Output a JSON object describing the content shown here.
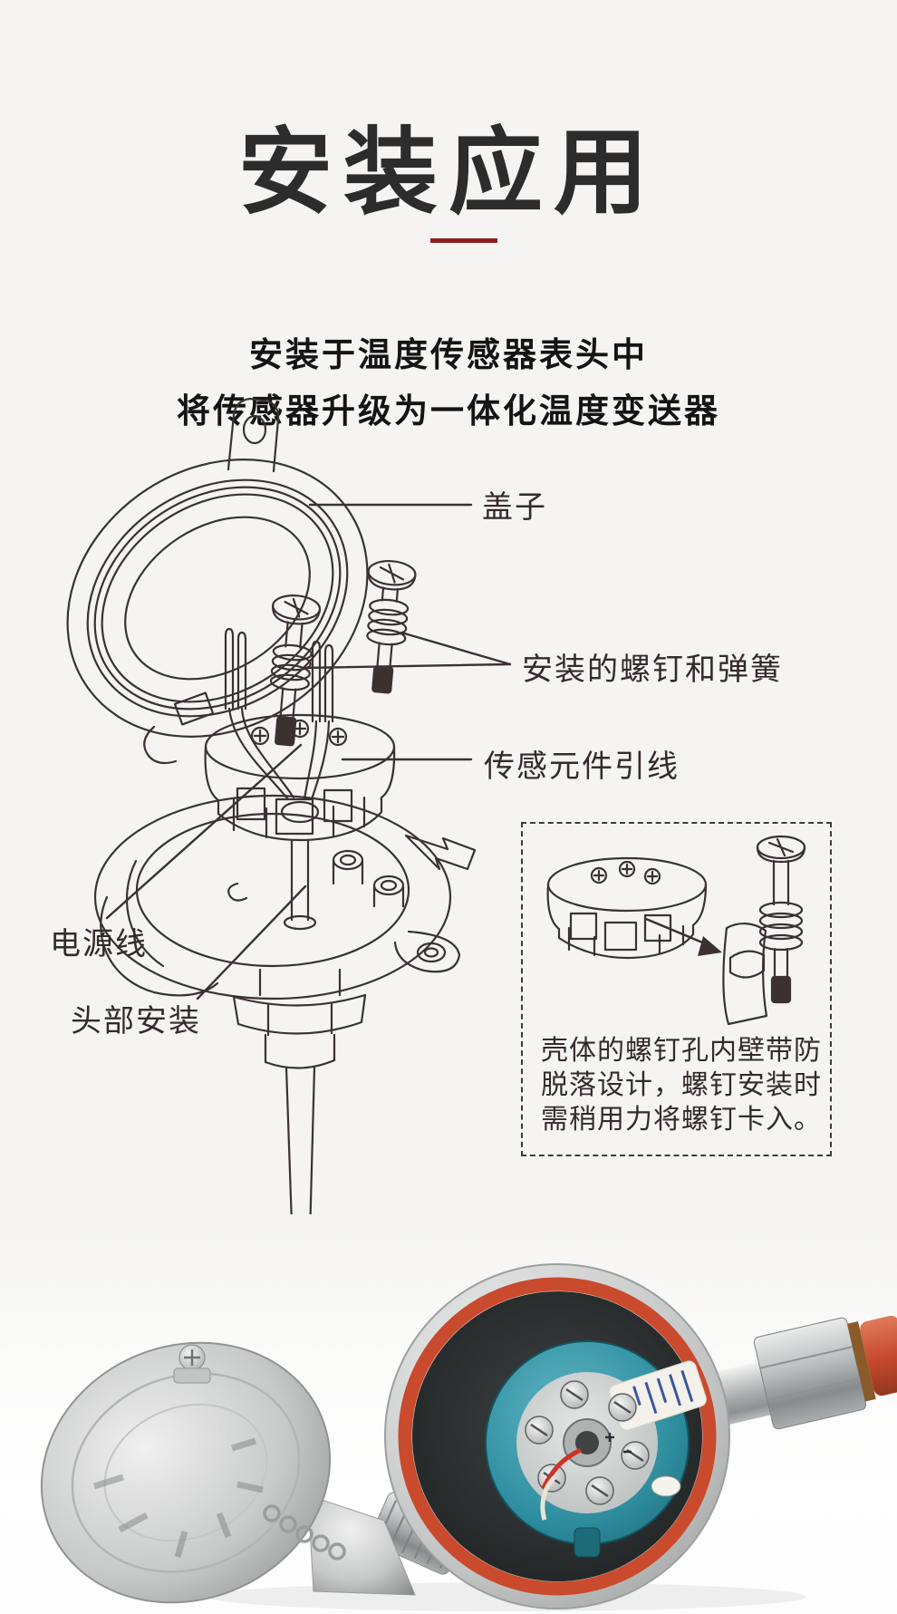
{
  "page": {
    "title": "安装应用",
    "subtitle_line1": "安装于温度传感器表头中",
    "subtitle_line2": "将传感器升级为一体化温度变送器",
    "accent_color": "#8e1e1e"
  },
  "diagram": {
    "labels": {
      "cover": "盖子",
      "screws_springs": "安装的螺钉和弹簧",
      "sensor_leads": "传感元件引线",
      "power_wire": "电源线",
      "head_mount": "头部安装"
    },
    "note": {
      "line1": "壳体的螺钉孔内壁带防",
      "line2": "脱落设计，螺钉安装时",
      "line3": "需稍用力将螺钉卡入。"
    }
  }
}
